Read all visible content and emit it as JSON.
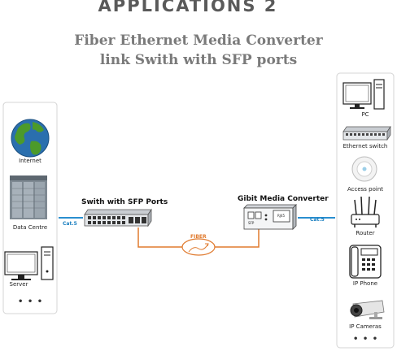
{
  "title": "APPLICATIONS 2",
  "subtitle_line1": "Fiber Ethernet Media Converter",
  "subtitle_line2": "link Swith with SFP ports",
  "left_panel": {
    "items": [
      {
        "label": "Internet",
        "icon": "globe-icon"
      },
      {
        "label": "Data Centre",
        "icon": "server-rack-icon"
      },
      {
        "label": "Server",
        "icon": "desktop-computer-icon"
      }
    ],
    "more": "• • •"
  },
  "right_panel": {
    "items": [
      {
        "label": "PC",
        "icon": "desktop-computer-icon"
      },
      {
        "label": "Ethernet switch",
        "icon": "ethernet-switch-icon"
      },
      {
        "label": "Access point",
        "icon": "access-point-icon"
      },
      {
        "label": "Router",
        "icon": "router-icon"
      },
      {
        "label": "IP Phone",
        "icon": "ip-phone-icon"
      },
      {
        "label": "IP Cameras",
        "icon": "ip-camera-icon"
      }
    ],
    "more": "• • •"
  },
  "switch_label": "Swith with SFP Ports",
  "converter_label": "Gibit Media Converter",
  "converter_port_sfp": "SFP",
  "converter_port_rj45": "RJ45",
  "fiber_label": "FIBER",
  "cable_left": "Cat.5",
  "cable_right": "Cat.5",
  "colors": {
    "cable": "#2a8fd0",
    "fiber": "#e07a2e",
    "title": "#5a5a5a"
  }
}
